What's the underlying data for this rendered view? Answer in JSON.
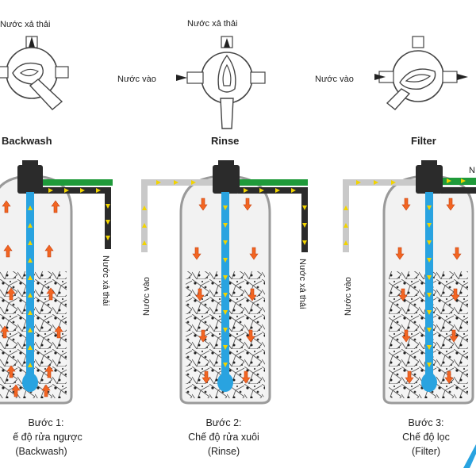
{
  "labels": {
    "waste_water": "Nước xả thải",
    "inlet_water": "Nước vào",
    "outlet_clipped": "N"
  },
  "modes": [
    {
      "name": "Backwash",
      "step": "Bước 1:",
      "desc": "ế độ rửa ngược",
      "paren": "(Backwash)"
    },
    {
      "name": "Rinse",
      "step": "Bước 2:",
      "desc": "Chế độ rửa xuôi",
      "paren": "(Rinse)"
    },
    {
      "name": "Filter",
      "step": "Bước 3:",
      "desc": "Chế độ lọc",
      "paren": "(Filter)"
    }
  ],
  "colors": {
    "riser_tube": "#29a3e0",
    "pipe_dark": "#2b2b2b",
    "pipe_green": "#1f9a3a",
    "pipe_grey": "#c9c9c9",
    "arrow_yellow": "#f2d400",
    "arrow_orange": "#f26522",
    "tank_outline": "#9a9a9a"
  }
}
